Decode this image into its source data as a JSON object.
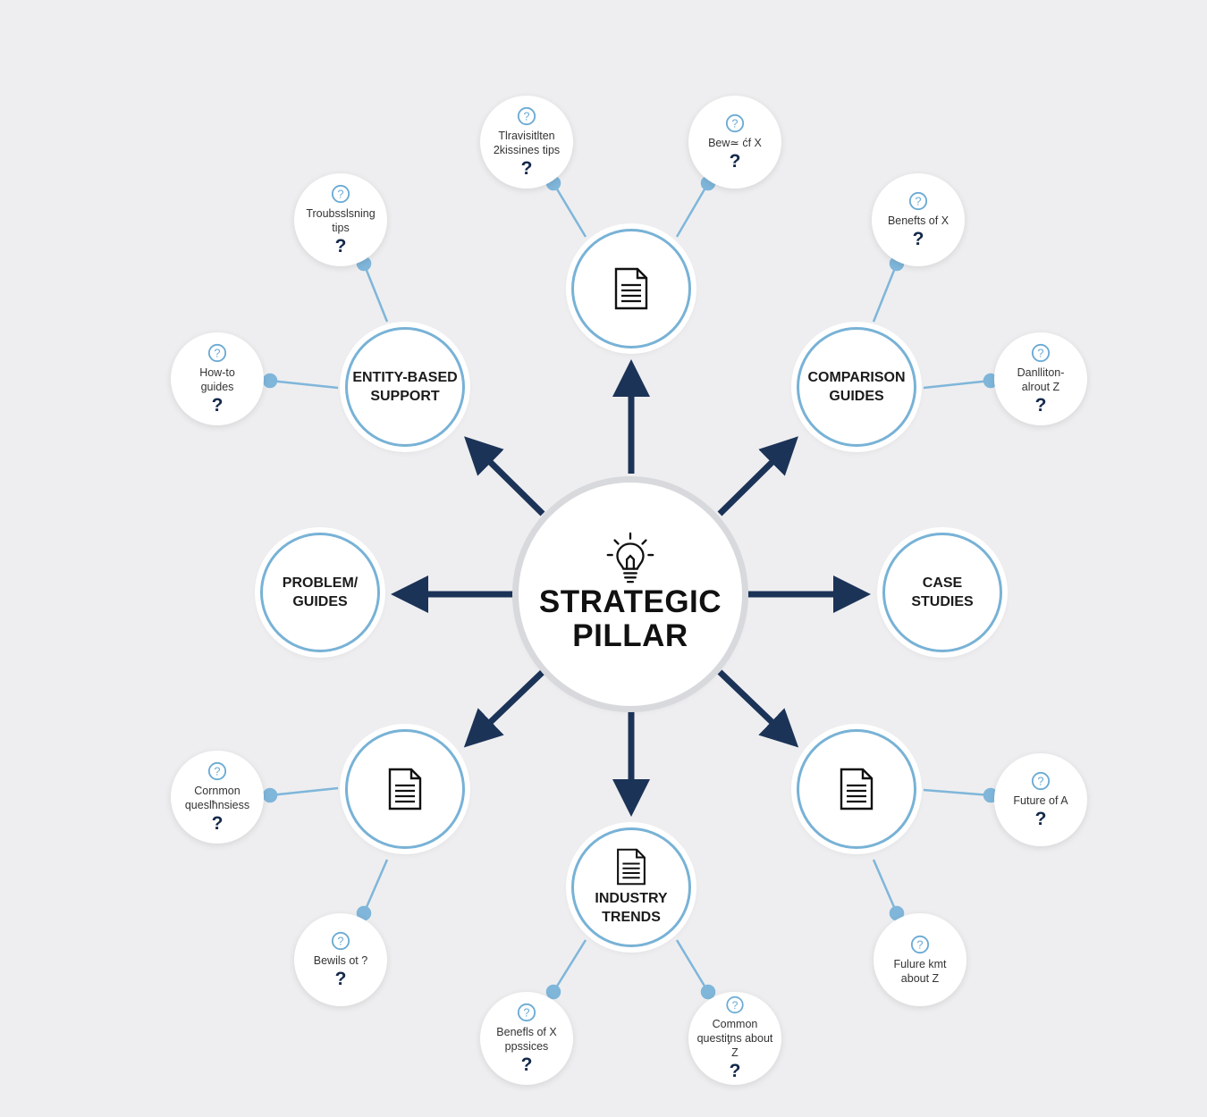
{
  "center": {
    "title_line1": "STRATEGIC",
    "title_line2": "PILLAR",
    "icon": "lightbulb-icon"
  },
  "nodes": [
    {
      "id": "top",
      "lines": [],
      "icon": "document-icon"
    },
    {
      "id": "upper-left",
      "lines": [
        "ENTITY-BASED",
        "SUPPORT"
      ]
    },
    {
      "id": "upper-right",
      "lines": [
        "COMPARISON",
        "GUIDES"
      ]
    },
    {
      "id": "left",
      "lines": [
        "PROBLEM/",
        "GUIDES"
      ]
    },
    {
      "id": "right",
      "lines": [
        "CASE",
        "STUDIES"
      ]
    },
    {
      "id": "lower-left",
      "lines": [],
      "icon": "document-icon"
    },
    {
      "id": "lower-right",
      "lines": [],
      "icon": "document-icon"
    },
    {
      "id": "bottom",
      "lines": [
        "INDUSTRY",
        "TRENDS"
      ],
      "icon": "document-icon"
    }
  ],
  "questions": [
    {
      "text": [
        "Tlravisitlten",
        "2kissines tips"
      ]
    },
    {
      "text": [
        "Bew≃ ćf X"
      ]
    },
    {
      "text": [
        "Troubsslsning",
        "tips"
      ]
    },
    {
      "text": [
        "How-to",
        "guides"
      ]
    },
    {
      "text": [
        "Benefts of X"
      ]
    },
    {
      "text": [
        "Danlliton-",
        "alrout Z"
      ]
    },
    {
      "text": [
        "Cornmon",
        "queslħnsiess"
      ]
    },
    {
      "text": [
        "Bewils οt ?"
      ]
    },
    {
      "text": [
        "Future of A"
      ]
    },
    {
      "text": [
        "Fulure kmt",
        "about Z"
      ]
    },
    {
      "text": [
        "Benefls of X",
        "ppssices"
      ]
    },
    {
      "text": [
        "Common",
        "questiƫns about Z"
      ]
    }
  ],
  "question_mark": "?",
  "colors": {
    "arrow": "#1c3358",
    "connector": "#7fb6da",
    "ring": "#78b2d6",
    "qmark": "#14294a"
  }
}
